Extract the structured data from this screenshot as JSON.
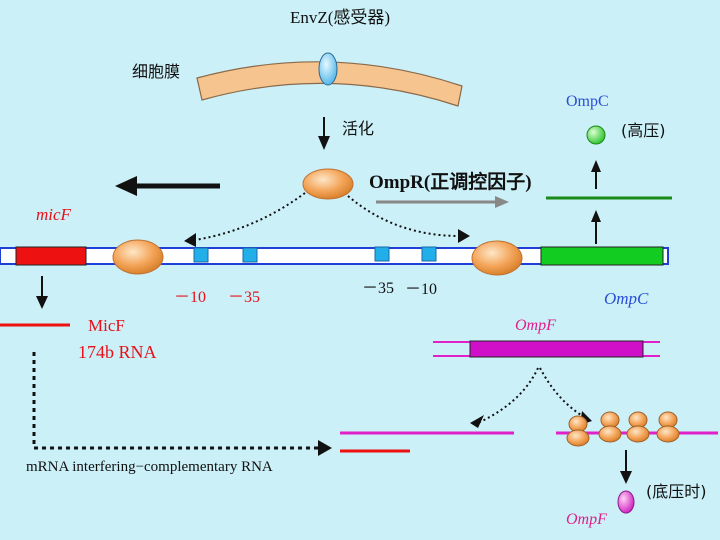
{
  "labels": {
    "envz": "EnvZ(感受器)",
    "membrane": "细胞膜",
    "activation": "活化",
    "ompc_top": "OmpC",
    "high_pressure": "(高压)",
    "ompr": "OmpR(正调控因子)",
    "micf_gene": "micF",
    "minus10_left": "－10",
    "minus35_left": "－35",
    "minus35_right": "－35",
    "minus10_right": "－10",
    "ompc_gene": "OmpC",
    "micf_rna_name": "MicF",
    "micf_rna_size": "174b RNA",
    "ompf_gene": "OmpF",
    "mrna_caption": "mRNA interfering−complementary RNA",
    "low_pressure": "(底压时)",
    "ompf_bottom": "OmpF"
  },
  "colors": {
    "background": "#ccf0f8",
    "dna": "#1f3fd8",
    "micf": "#ee1111",
    "ompc": "#12cc22",
    "ompf": "#d010c8",
    "membrane": "#f6c48e",
    "protein": "#f4a55a",
    "box": "#22aee8",
    "ompf_line": "#e020c8"
  }
}
